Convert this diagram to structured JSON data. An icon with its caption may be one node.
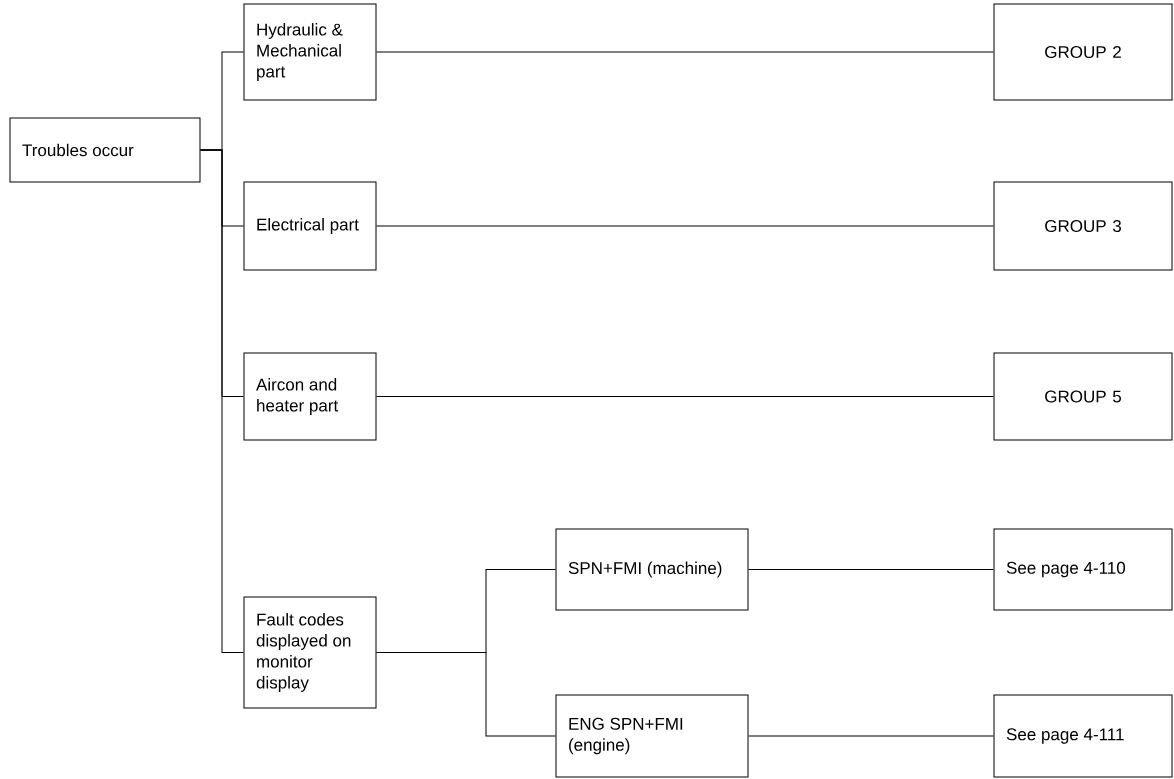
{
  "diagram": {
    "nodes": [
      {
        "text": [
          "Troubles occur"
        ]
      },
      {
        "text": [
          "Hydraulic & Mechanical part"
        ]
      },
      {
        "text": [
          "GROUP 2"
        ]
      },
      {
        "text": [
          "Electrical part"
        ]
      },
      {
        "text": [
          "GROUP 3"
        ]
      },
      {
        "text": [
          "Aircon and heater part"
        ]
      },
      {
        "text": [
          "GROUP 5"
        ]
      },
      {
        "text": [
          "Fault codes displayed on monitor display"
        ]
      },
      {
        "text": [
          "SPN+FMI (machine)"
        ]
      },
      {
        "text": [
          "See page 4-110"
        ]
      },
      {
        "text": [
          "ENG SPN+FMI (engine)"
        ]
      },
      {
        "text": [
          "See page 4-111"
        ]
      }
    ],
    "edges": [
      {
        "from": 0,
        "to": 1,
        "arrow": "none"
      },
      {
        "from": 0,
        "to": 3,
        "arrow": "none"
      },
      {
        "from": 0,
        "to": 5,
        "arrow": "none"
      },
      {
        "from": 0,
        "to": 7,
        "arrow": "none"
      },
      {
        "from": 1,
        "to": 2,
        "arrow": "none"
      },
      {
        "from": 3,
        "to": 4,
        "arrow": "none"
      },
      {
        "from": 5,
        "to": 6,
        "arrow": "none"
      },
      {
        "from": 7,
        "to": 8,
        "arrow": "none"
      },
      {
        "from": 7,
        "to": 10,
        "arrow": "none"
      },
      {
        "from": 8,
        "to": 9,
        "arrow": "none"
      },
      {
        "from": 10,
        "to": 11,
        "arrow": "none"
      }
    ]
  }
}
